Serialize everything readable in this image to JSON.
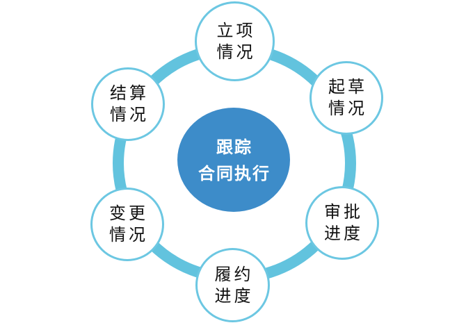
{
  "diagram": {
    "title": "跟踪合同执行",
    "center": {
      "line1": "跟踪",
      "line2": "合同执行",
      "label": "跟踪合同执行"
    },
    "nodes": [
      {
        "id": "project-initiation",
        "label": "立项情况",
        "line1": "立项",
        "line2": "情况"
      },
      {
        "id": "drafting",
        "label": "起草情况",
        "line1": "起草",
        "line2": "情况"
      },
      {
        "id": "approval-progress",
        "label": "审批进度",
        "line1": "审批",
        "line2": "进度"
      },
      {
        "id": "performance-progress",
        "label": "履约进度",
        "line1": "履约",
        "line2": "进度"
      },
      {
        "id": "change-status",
        "label": "变更情况",
        "line1": "变更",
        "line2": "情况"
      },
      {
        "id": "settlement-status",
        "label": "结算情况",
        "line1": "结算",
        "line2": "情况"
      }
    ],
    "colors": {
      "background": "#ffffff",
      "ring": "#62c3de",
      "node_border": "#6cc7e2",
      "node_fill": "#ffffff",
      "node_text": "#111111",
      "center_fill": "#3d8cc9",
      "center_text": "#ffffff"
    }
  }
}
